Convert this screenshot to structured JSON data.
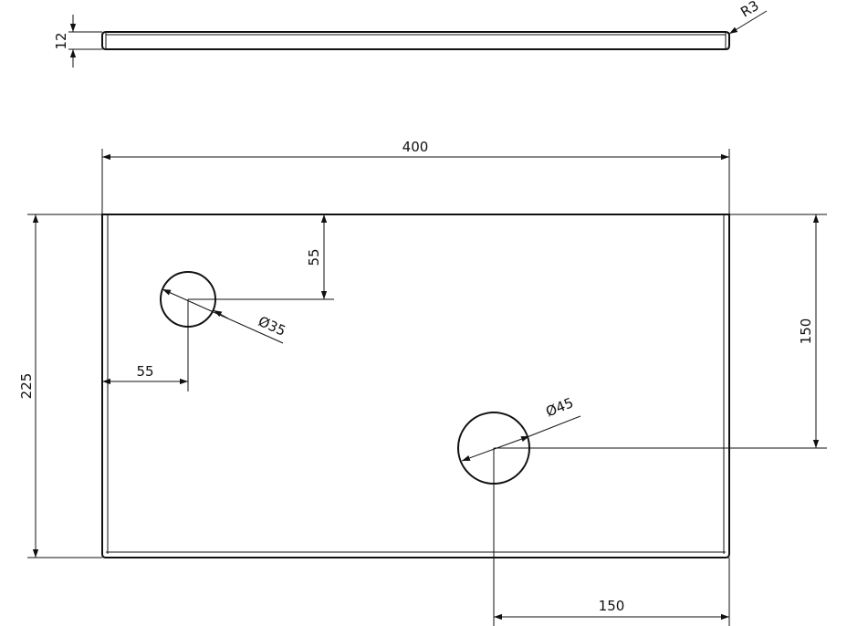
{
  "side_view": {
    "thickness_label": "12",
    "radius_label": "R3"
  },
  "top_view": {
    "width_label": "400",
    "height_label": "225",
    "hole_small": {
      "diameter_label": "Ø35",
      "offset_top_label": "55",
      "offset_left_label": "55"
    },
    "hole_large": {
      "diameter_label": "Ø45",
      "offset_top_label": "150",
      "offset_right_label": "150"
    }
  }
}
